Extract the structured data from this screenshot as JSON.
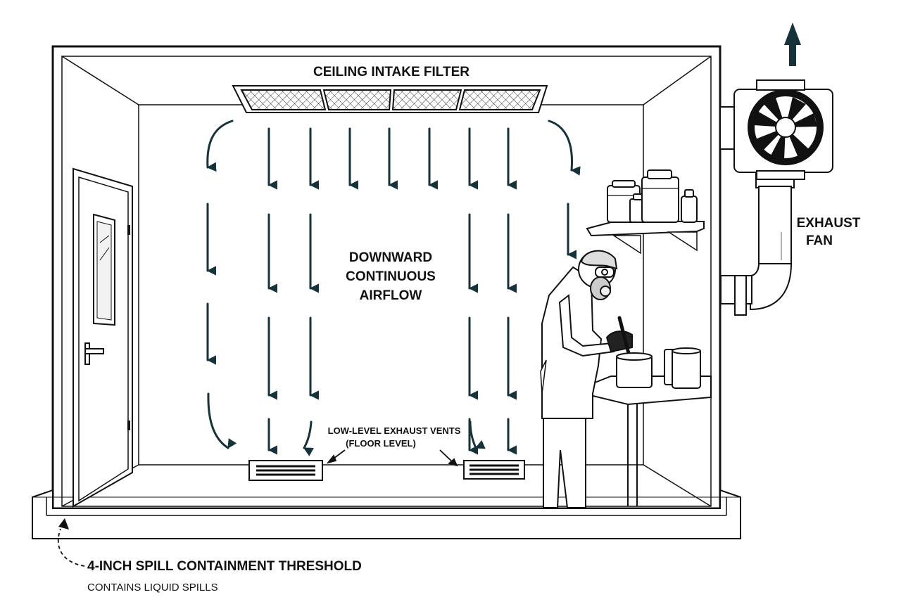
{
  "labels": {
    "ceiling_filter": "CEILING INTAKE FILTER",
    "airflow": [
      "DOWNWARD",
      "CONTINUOUS",
      "AIRFLOW"
    ],
    "exhaust_fan": [
      "EXHAUST",
      "FAN"
    ],
    "vents": [
      "LOW-LEVEL EXHAUST VENTS",
      "(FLOOR LEVEL)"
    ],
    "threshold_title": "4-INCH SPILL CONTAINMENT THRESHOLD",
    "threshold_note": "CONTAINS LIQUID SPILLS"
  },
  "colors": {
    "line": "#111111",
    "arrow": "#16323a",
    "fill_light": "#ffffff",
    "fill_shade": "#e9e9e9"
  },
  "icons": [
    "fan-icon",
    "respirator-worker-icon",
    "door-icon",
    "paint-can-icon"
  ]
}
